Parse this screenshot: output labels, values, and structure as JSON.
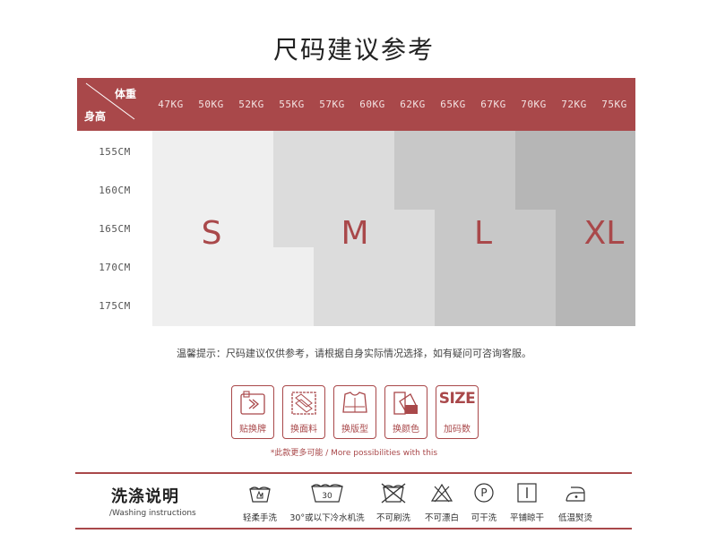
{
  "title": "尺码建议参考",
  "header": {
    "weight_label": "体重",
    "height_label": "身高",
    "weights": [
      "47KG",
      "50KG",
      "52KG",
      "55KG",
      "57KG",
      "60KG",
      "62KG",
      "65KG",
      "67KG",
      "70KG",
      "72KG",
      "75KG"
    ]
  },
  "heights": [
    "155CM",
    "160CM",
    "165CM",
    "170CM",
    "175CM"
  ],
  "sizes": [
    "S",
    "M",
    "L",
    "XL"
  ],
  "tip": "温馨提示：尺码建议仅供参考，请根据自身实际情况选择，如有疑问可咨询客服。",
  "services": [
    {
      "icon": "tag-swap-icon",
      "label": "贴换牌"
    },
    {
      "icon": "fabric-icon",
      "label": "换面料"
    },
    {
      "icon": "shirt-icon",
      "label": "换版型"
    },
    {
      "icon": "color-palette-icon",
      "label": "换颜色"
    },
    {
      "icon": "size-text-icon",
      "big": "SIZE",
      "label": "加码数"
    }
  ],
  "more_possibilities": "*此款更多可能 / More possibilities with this",
  "washing": {
    "title": "洗涤说明",
    "subtitle": "/Washing instructions",
    "items": [
      {
        "icon": "hand-wash-icon",
        "label": "轻柔手洗"
      },
      {
        "icon": "wash-30-icon",
        "value": "30",
        "label": "30°或以下冷水机洗"
      },
      {
        "icon": "no-brush-icon",
        "label": "不可刷洗"
      },
      {
        "icon": "no-bleach-icon",
        "label": "不可漂白"
      },
      {
        "icon": "dry-clean-p-icon",
        "value": "P",
        "label": "可干洗"
      },
      {
        "icon": "flat-dry-icon",
        "label": "平铺晾干"
      },
      {
        "icon": "low-iron-icon",
        "label": "低温熨烫"
      }
    ]
  },
  "colors": {
    "accent": "#a9484a",
    "s_block": "#efefef",
    "m_block": "#dcdcdc",
    "l_block": "#c8c8c8",
    "xl_block": "#b6b6b6"
  }
}
